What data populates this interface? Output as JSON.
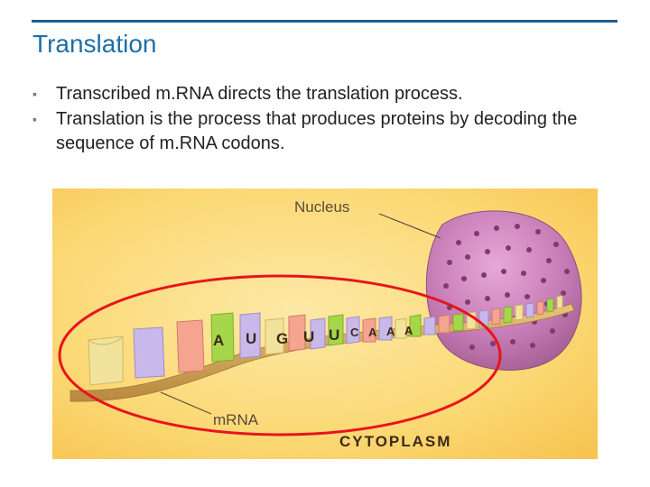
{
  "slide": {
    "title": "Translation",
    "bullets": [
      "Transcribed m.RNA directs the translation process.",
      "Translation is the process that produces proteins by decoding the sequence of m.RNA codons."
    ],
    "bullet_icon": "square-bullet-icon",
    "accent_color": "#1f6fa8"
  },
  "figure": {
    "labels": {
      "nucleus": "Nucleus",
      "mrna": "mRNA",
      "cytoplasm": "CYTOPLASM"
    },
    "codon_letters": [
      "A",
      "U",
      "G",
      "U",
      "U",
      "C",
      "A",
      "A",
      "A"
    ],
    "highlight_color": "#e8141c",
    "background_color": "#fbd76a"
  }
}
